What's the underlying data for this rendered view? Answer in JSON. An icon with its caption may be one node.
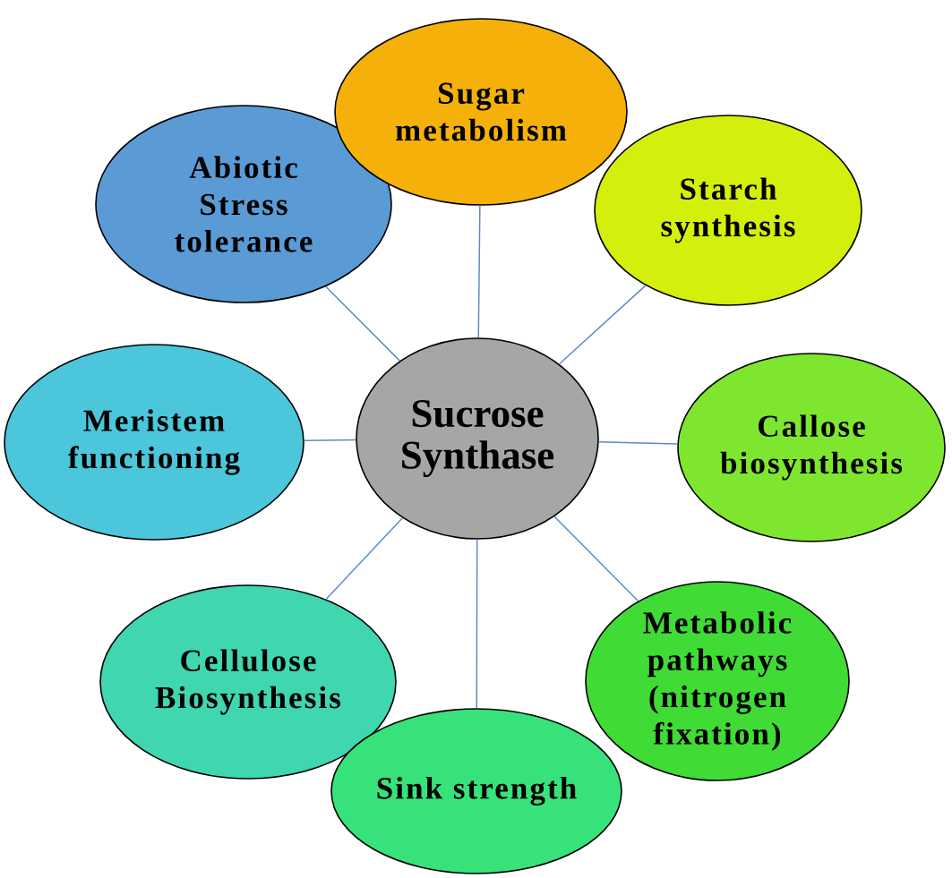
{
  "diagram": {
    "nodes": [
      {
        "text": [
          "Sugar metabolism"
        ]
      },
      {
        "text": [
          "Abiotic Stress tolerance"
        ]
      },
      {
        "text": [
          "Starch synthesis"
        ]
      },
      {
        "text": [
          "Meristem functioning"
        ]
      },
      {
        "text": [
          "Sucrose Synthase"
        ]
      },
      {
        "text": [
          "Callose biosynthesis"
        ]
      },
      {
        "text": [
          "Cellulose Biosynthesis"
        ]
      },
      {
        "text": [
          "Metabolic pathways (nitrogen fixation)"
        ]
      },
      {
        "text": [
          "Sink strength"
        ]
      }
    ],
    "edges": [
      {
        "from": 4,
        "to": 0,
        "arrow": "none"
      },
      {
        "from": 4,
        "to": 1,
        "arrow": "none"
      },
      {
        "from": 4,
        "to": 2,
        "arrow": "none"
      },
      {
        "from": 4,
        "to": 3,
        "arrow": "none"
      },
      {
        "from": 4,
        "to": 5,
        "arrow": "none"
      },
      {
        "from": 4,
        "to": 6,
        "arrow": "none"
      },
      {
        "from": 4,
        "to": 7,
        "arrow": "none"
      },
      {
        "from": 4,
        "to": 8,
        "arrow": "none"
      }
    ]
  }
}
